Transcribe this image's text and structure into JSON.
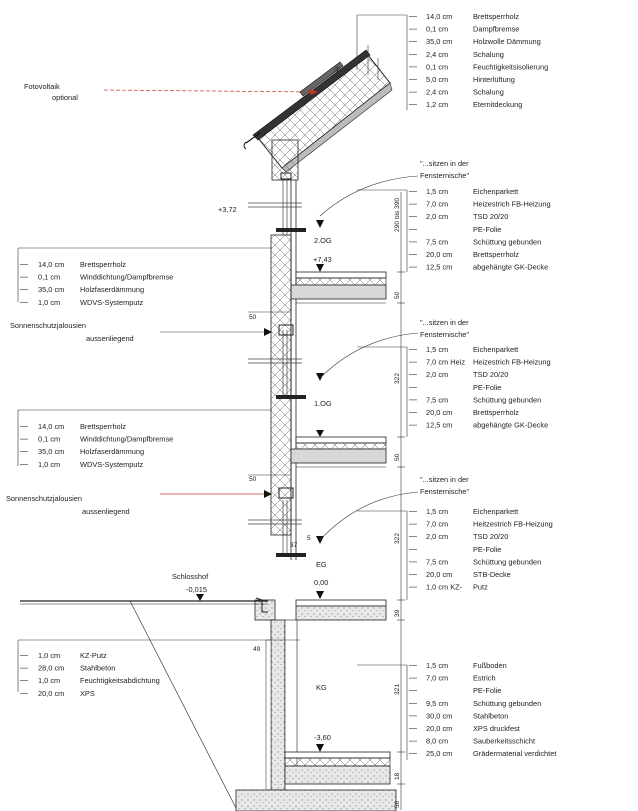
{
  "roof_layers": [
    {
      "t": "14,0 cm",
      "m": "Brettsperrholz"
    },
    {
      "t": "0,1 cm",
      "m": "Dampfbremse"
    },
    {
      "t": "35,0 cm",
      "m": "Holzwolle Dämmung"
    },
    {
      "t": "2,4 cm",
      "m": "Schalung"
    },
    {
      "t": "0,1 cm",
      "m": "Feuchtigkeitsisolierung"
    },
    {
      "t": "5,0 cm",
      "m": "Hinterlüftung"
    },
    {
      "t": "2,4 cm",
      "m": "Schalung"
    },
    {
      "t": "1,2 cm",
      "m": "Eternitdeckung"
    }
  ],
  "photovoltaic": {
    "line1": "Fotovoltaik",
    "line2": "optional"
  },
  "roof_mark": "①",
  "window_note": {
    "line1": "\"...sitzen in der",
    "line2": "Fensternische\""
  },
  "floor_2og": [
    {
      "t": "1,5 cm",
      "m": "Eichenparkett"
    },
    {
      "t": "7,0 cm",
      "m": "Heizestrich FB-Heizung"
    },
    {
      "t": "2,0 cm",
      "m": "TSD 20/20"
    },
    {
      "t": "",
      "m": "PE-Folie"
    },
    {
      "t": "7,5 cm",
      "m": "Schüttung gebunden"
    },
    {
      "t": "20,0 cm",
      "m": "Brettsperrholz"
    },
    {
      "t": "12,5 cm",
      "m": "abgehängte GK-Decke"
    }
  ],
  "floor_1og": [
    {
      "t": "1,5 cm",
      "m": "Eichenparkett"
    },
    {
      "t": "7,0 cm Heiz",
      "m": "Heizestrich FB-Heizung"
    },
    {
      "t": "2,0 cm",
      "m": "TSD 20/20"
    },
    {
      "t": "",
      "m": "PE-Folie"
    },
    {
      "t": "7,5 cm",
      "m": "Schüttung gebunden"
    },
    {
      "t": "20,0 cm",
      "m": "Brettsperrholz"
    },
    {
      "t": "12,5 cm",
      "m": "abgehängte GK-Decke"
    }
  ],
  "floor_eg": [
    {
      "t": "1,5 cm",
      "m": "Eichenparkett"
    },
    {
      "t": "7,0 cm",
      "m": "Heitzestrich FB-Heizung"
    },
    {
      "t": "2,0 cm",
      "m": "TSD 20/20"
    },
    {
      "t": "",
      "m": "PE-Folie"
    },
    {
      "t": "7,5 cm",
      "m": "Schüttung gebunden"
    },
    {
      "t": "20,0 cm",
      "m": "STB-Decke"
    },
    {
      "t": "1,0 cm KZ-",
      "m": "Putz"
    }
  ],
  "floor_kg": [
    {
      "t": "1,5 cm",
      "m": "Fußboden"
    },
    {
      "t": "7,0 cm",
      "m": "Estrich"
    },
    {
      "t": "",
      "m": "PE-Folie"
    },
    {
      "t": "9,5 cm",
      "m": "Schüttung gebunden"
    },
    {
      "t": "30,0 cm",
      "m": "Stahlbeton"
    },
    {
      "t": "20,0 cm",
      "m": "XPS druckfest"
    },
    {
      "t": "8,0 cm",
      "m": "Sauberkeitsschicht"
    },
    {
      "t": "25,0 cm",
      "m": "Grädermaterial verdichtet"
    }
  ],
  "wall_upper": [
    {
      "t": "14,0 cm",
      "m": "Brettsperrholz"
    },
    {
      "t": "0,1 cm",
      "m": "Winddichtung/Dampfbremse"
    },
    {
      "t": "35,0 cm",
      "m": "Holzfaserdämmung"
    },
    {
      "t": "1,0 cm",
      "m": "WDVS-Systemputz"
    }
  ],
  "wall_basement": [
    {
      "t": "1,0 cm",
      "m": "KZ-Putz"
    },
    {
      "t": "28,0 cm",
      "m": "Stahlbeton"
    },
    {
      "t": "1,0 cm",
      "m": "Feuchtigkeitsabdichtung"
    },
    {
      "t": "20,0 cm",
      "m": "XPS"
    }
  ],
  "sunshade": {
    "line1": "Sonnenschutzjalousien",
    "line2": "aussenliegend"
  },
  "levels": {
    "og2": "2.OG",
    "og1": "1.OG",
    "eg": "EG",
    "kg": "KG",
    "plus372": "+3,72",
    "plus743": "+7,43",
    "zero": "0,00",
    "minus0015": "-0,015",
    "minus360": "-3,60",
    "courtyard": "Schlosshof"
  },
  "dims": {
    "h_top": "290 bis 390",
    "h_1og": "322",
    "h_eg": "322",
    "h_kg": "321",
    "slab": "50",
    "slab_eg": "39",
    "slab_kg": "18",
    "found": "50",
    "wall": "50",
    "wall_kg": "49",
    "sill": "37",
    "sill2": "5"
  }
}
